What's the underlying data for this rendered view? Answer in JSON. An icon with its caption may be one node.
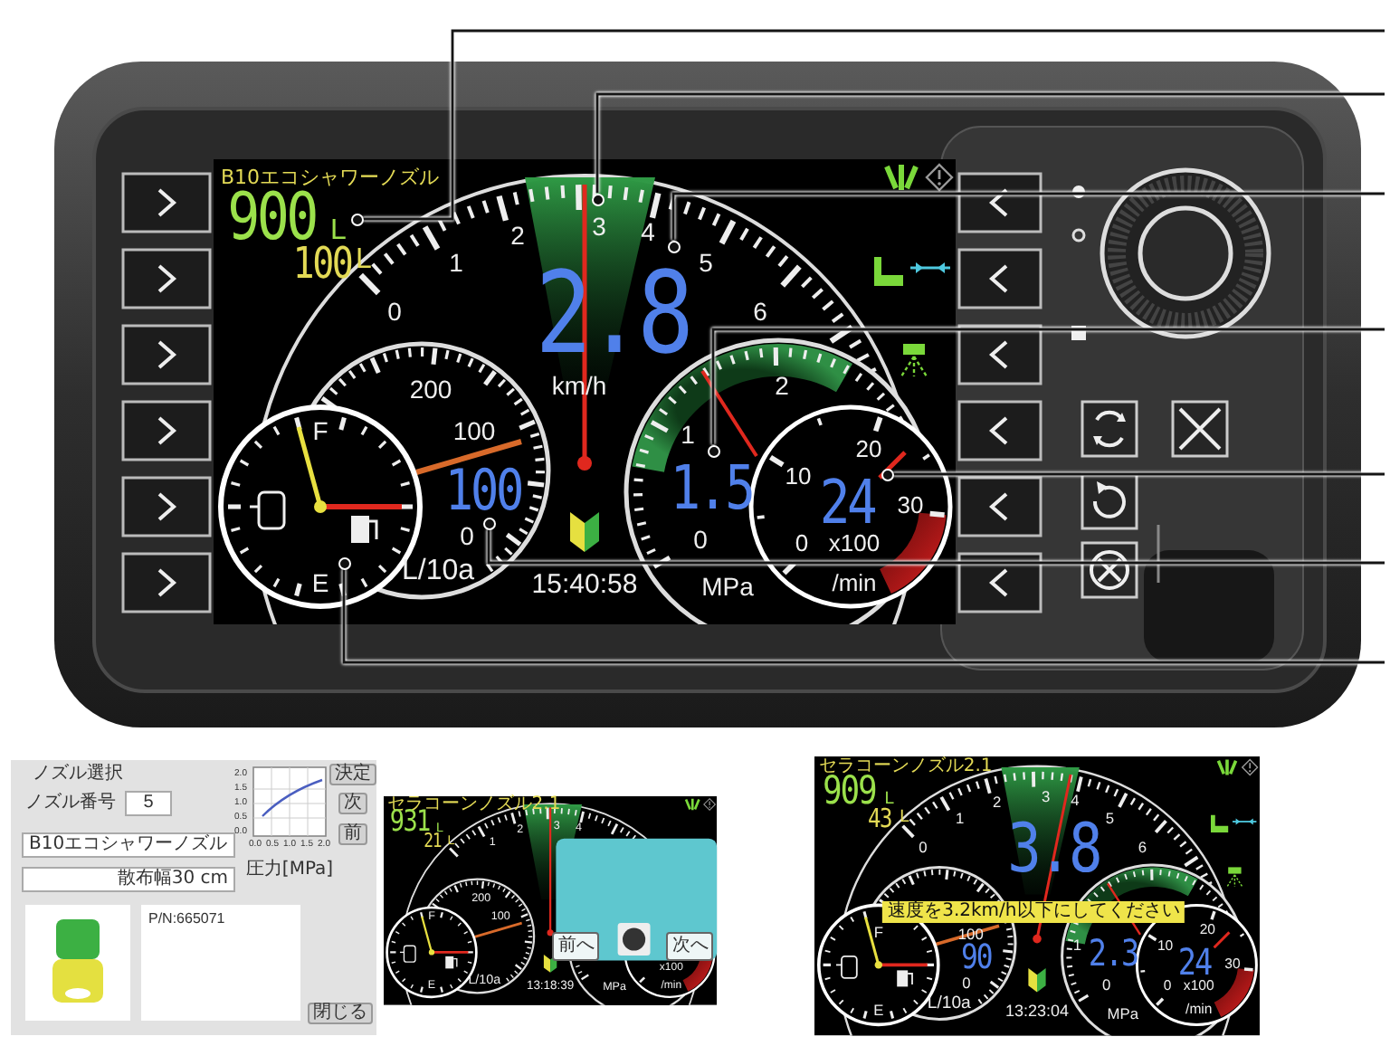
{
  "diagram": {
    "nodes": [
      {
        "text": [],
        "shape": "circle"
      },
      {
        "text": [],
        "shape": "circle"
      },
      {
        "text": [],
        "shape": "circle"
      },
      {
        "text": [],
        "shape": "circle"
      },
      {
        "text": [],
        "shape": "circle"
      },
      {
        "text": [],
        "shape": "circle"
      },
      {
        "text": [],
        "shape": "circle"
      }
    ],
    "edges": [
      {
        "from": 0,
        "to": null,
        "arrow": "none"
      },
      {
        "from": 1,
        "to": null,
        "arrow": "none"
      },
      {
        "from": 2,
        "to": null,
        "arrow": "none"
      },
      {
        "from": 3,
        "to": null,
        "arrow": "none"
      },
      {
        "from": 4,
        "to": null,
        "arrow": "none"
      },
      {
        "from": 5,
        "to": null,
        "arrow": "none"
      },
      {
        "from": 6,
        "to": null,
        "arrow": "none"
      }
    ],
    "labels": [
      "B10エコシャワーノズル",
      "900",
      "L",
      "2",
      "3",
      "4",
      "100",
      "L",
      "1",
      "5",
      "0",
      "2.8",
      "6",
      "200",
      "km/h",
      "2",
      "F",
      "100",
      "1",
      "20",
      "100",
      "10",
      "1.5",
      "24",
      "30",
      "0",
      "0",
      "0",
      "x100",
      "E",
      "L/10a",
      "15:40:58",
      "MPa",
      "/min",
      "ノズル選択",
      "2.0",
      "決定",
      "1.5",
      "ノズル番号",
      "5",
      "1.0",
      "次",
      "0.5",
      "B10エコシャワーノズル",
      "0.0",
      "0.0",
      "0.5",
      "1.0",
      "1.5",
      "2.0",
      "前",
      "散布幅30 cm",
      "圧力[MPa]",
      "P/N:665071",
      "閉じる",
      "セラコーンノズル2.1",
      "931",
      "L",
      "2",
      "3",
      "4",
      "21",
      "L",
      "1",
      "200",
      "F",
      "100",
      "前へ",
      "次へ",
      "x100",
      "E",
      "L/10a",
      "13:18:39",
      "MPa",
      "/min",
      "セラコーンノズル2.1",
      "909",
      "L",
      "2",
      "3",
      "4",
      "43",
      "L",
      "1",
      "5",
      "0",
      "3.8",
      "6",
      "速度を3.2km/h以下にしてください",
      "F",
      "100",
      "20",
      "90",
      "1",
      "2.3",
      "10",
      "24",
      "30",
      "0",
      "0",
      "0",
      "x100",
      "E",
      "L/10a",
      "13:23:04",
      "MPa",
      "/min"
    ]
  }
}
